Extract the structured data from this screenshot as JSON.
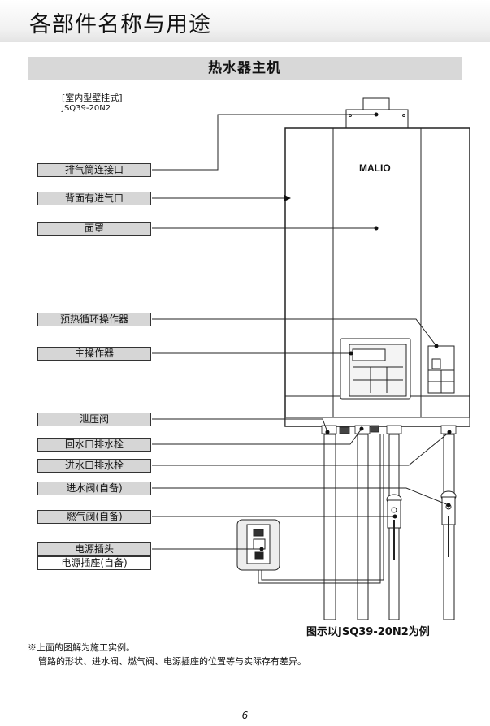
{
  "page": {
    "title": "各部件名称与用途",
    "section": "热水器主机",
    "model_type": "[室内型壁挂式]",
    "model_no": "JSQ39-20N2",
    "brand": "MALIO",
    "caption": "图示以JSQ39-20N2为例",
    "note_line1": "※上面的图解为施工实例。",
    "note_line2": "管路的形状、进水阀、燃气阀、电源插座的位置等与实际存有差异。",
    "page_number": "6"
  },
  "labels": [
    {
      "key": "exhaust",
      "text": "排气筒连接口"
    },
    {
      "key": "air-inlet",
      "text": "背面有进气口"
    },
    {
      "key": "cover",
      "text": "面罩"
    },
    {
      "key": "preheat",
      "text": "预热循环操作器"
    },
    {
      "key": "main-controller",
      "text": "主操作器"
    },
    {
      "key": "relief-valve",
      "text": "泄压阀"
    },
    {
      "key": "return-drain",
      "text": "回水口排水栓"
    },
    {
      "key": "inlet-drain",
      "text": "进水口排水栓"
    },
    {
      "key": "water-valve",
      "text": "进水阀(自备)"
    },
    {
      "key": "gas-valve",
      "text": "燃气阀(自备)"
    },
    {
      "key": "plug",
      "text": "电源插头"
    },
    {
      "key": "socket",
      "text": "电源插座(自备)"
    }
  ]
}
